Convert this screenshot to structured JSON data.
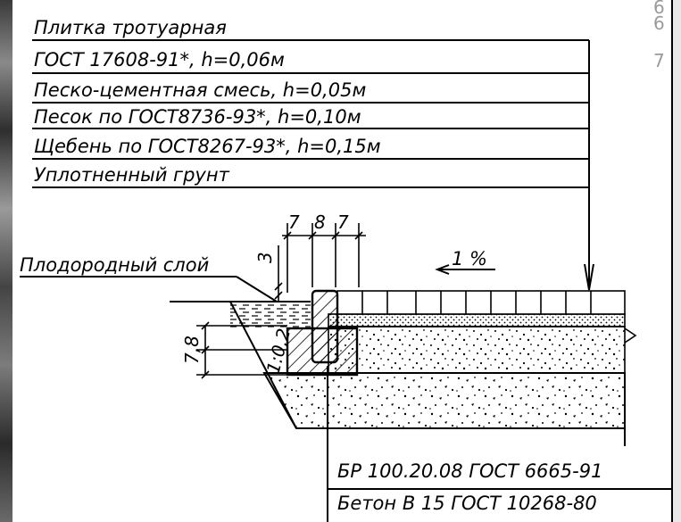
{
  "layers": [
    "Плитка тротуарная",
    "ГОСТ 17608-91*, h=0,06м",
    "Песко-цементная смесь, h=0,05м",
    "Песок по ГОСТ8736-93*, h=0,10м",
    "Щебень по ГОСТ8267-93*, h=0,15м",
    "Уплотненный грунт"
  ],
  "fertile_layer_label": "Плодородный слой",
  "slope_label": "1 %",
  "curb_dims": {
    "top": [
      "7",
      "8",
      "7"
    ],
    "offset": "3",
    "left_stack": "7,8",
    "height": "1:0,2"
  },
  "bottom_notes": [
    "БР 100.20.08 ГОСТ 6665-91",
    "Бетон В 15  ГОСТ 10268-80"
  ],
  "corner_marks": [
    "6",
    "6",
    "7"
  ]
}
